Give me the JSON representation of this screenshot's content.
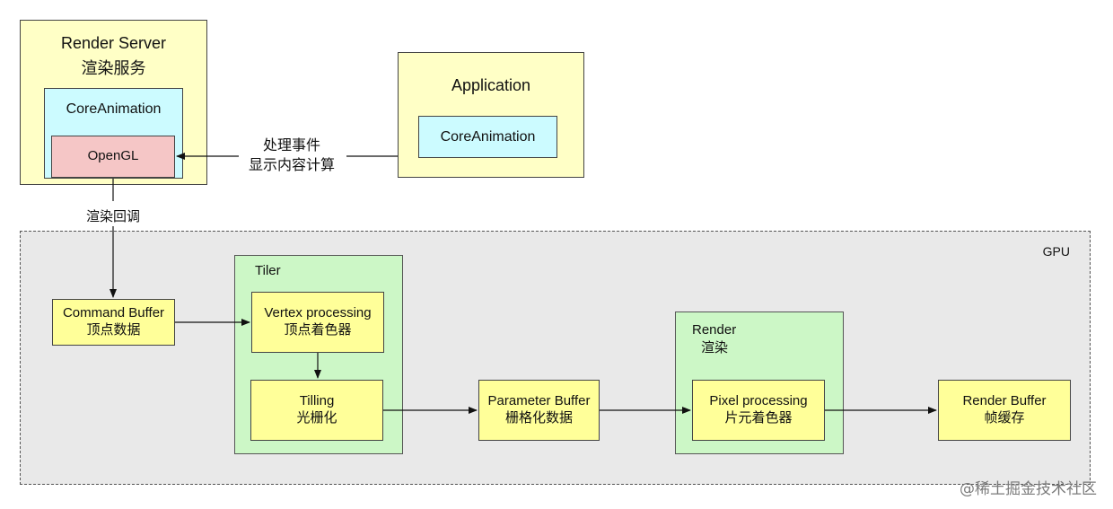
{
  "render_server": {
    "title_en": "Render Server",
    "title_zh": "渲染服务",
    "core_animation": "CoreAnimation",
    "opengl": "OpenGL"
  },
  "application": {
    "title": "Application",
    "core_animation": "CoreAnimation"
  },
  "edge_labels": {
    "events_line1": "处理事件",
    "events_line2": "显示内容计算",
    "render_callback": "渲染回调"
  },
  "gpu": {
    "label": "GPU",
    "command_buffer": {
      "en": "Command Buffer",
      "zh": "顶点数据"
    },
    "tiler": {
      "label": "Tiler",
      "vertex": {
        "en": "Vertex processing",
        "zh": "顶点着色器"
      },
      "tilling": {
        "en": "Tilling",
        "zh": "光栅化"
      }
    },
    "parameter_buffer": {
      "en": "Parameter Buffer",
      "zh": "栅格化数据"
    },
    "render": {
      "label_en": "Render",
      "label_zh": "渲染",
      "pixel": {
        "en": "Pixel processing",
        "zh": "片元着色器"
      }
    },
    "render_buffer": {
      "en": "Render Buffer",
      "zh": "帧缓存"
    }
  },
  "watermark": "@稀土掘金技术社区"
}
